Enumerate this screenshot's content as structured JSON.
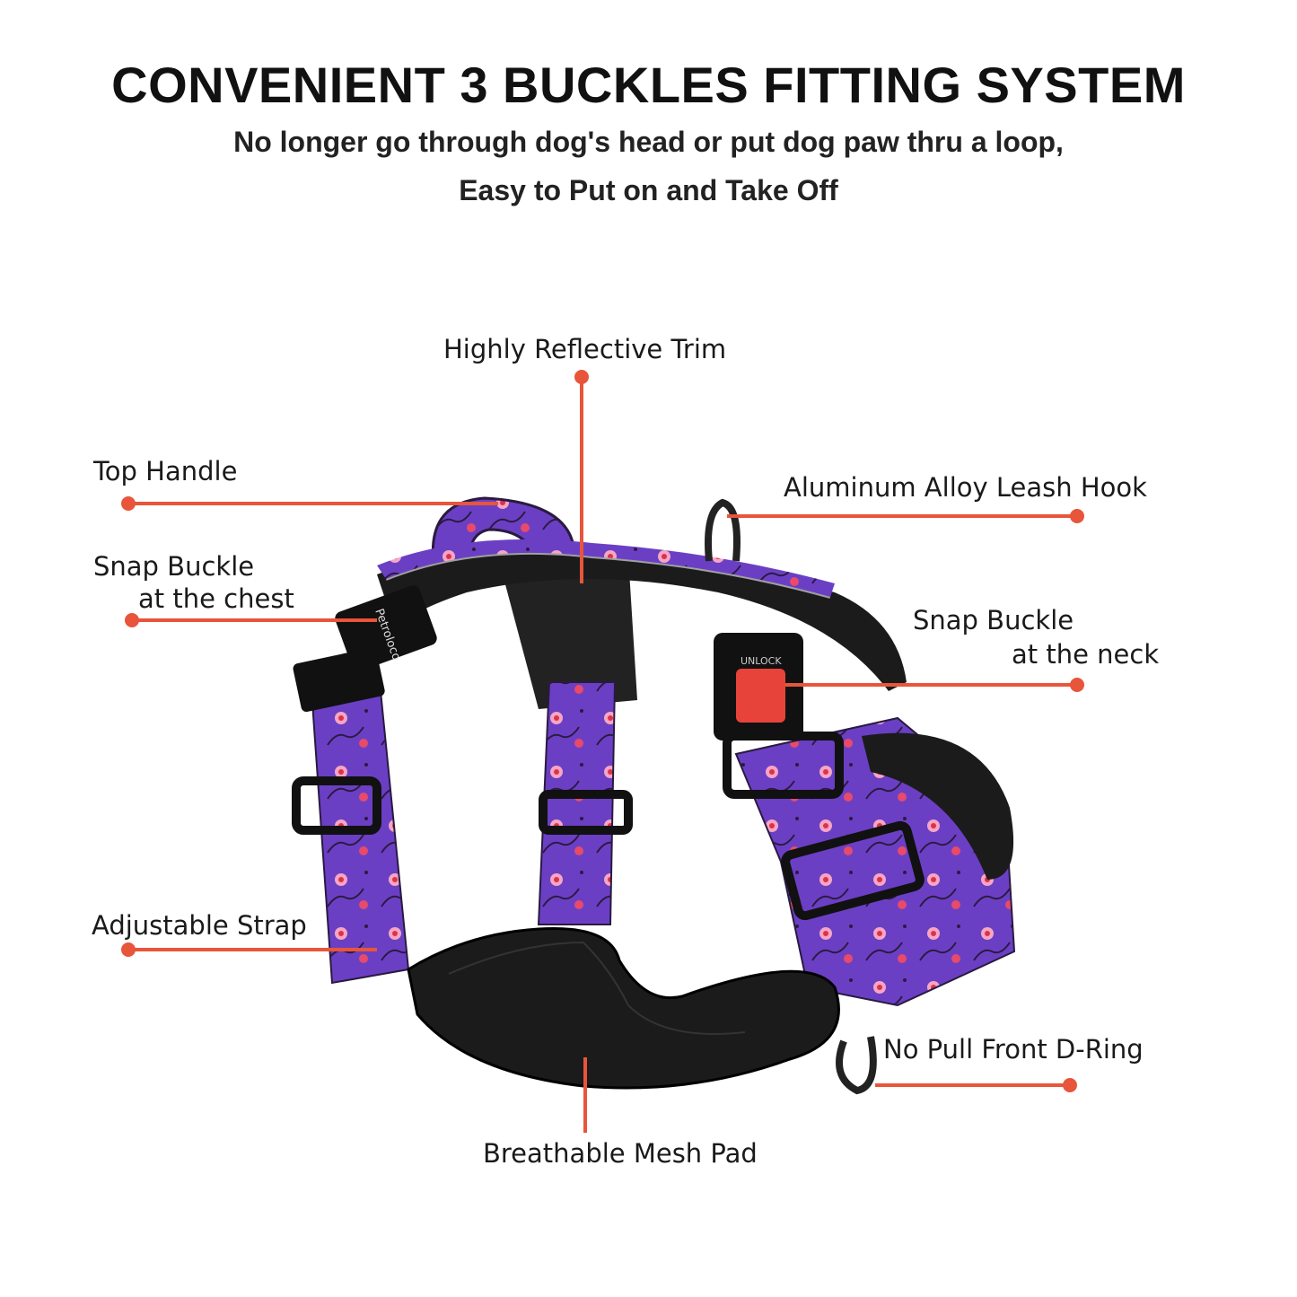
{
  "header": {
    "title": "CONVENIENT 3 BUCKLES FITTING SYSTEM",
    "subtitle_line1": "No longer go through dog's head or put dog paw thru a loop,",
    "subtitle_line2": "Easy to Put on and Take Off"
  },
  "callouts": {
    "reflective_trim": "Highly Reflective Trim",
    "top_handle": "Top Handle",
    "chest_buckle_line1": "Snap Buckle",
    "chest_buckle_line2": "at the chest",
    "leash_hook": "Aluminum Alloy Leash Hook",
    "neck_buckle_line1": "Snap Buckle",
    "neck_buckle_line2": "at the neck",
    "adjustable_strap": "Adjustable Strap",
    "d_ring": "No Pull Front D-Ring",
    "mesh_pad": "Breathable Mesh Pad"
  },
  "product": {
    "brand_text": "Petroloco",
    "buckle_text": "UNLOCK"
  },
  "colors": {
    "accent": "#e8553a",
    "strap_purple": "#6b3fc4",
    "pad_black": "#1b1b1b",
    "flower_pink": "#f07aa0"
  }
}
